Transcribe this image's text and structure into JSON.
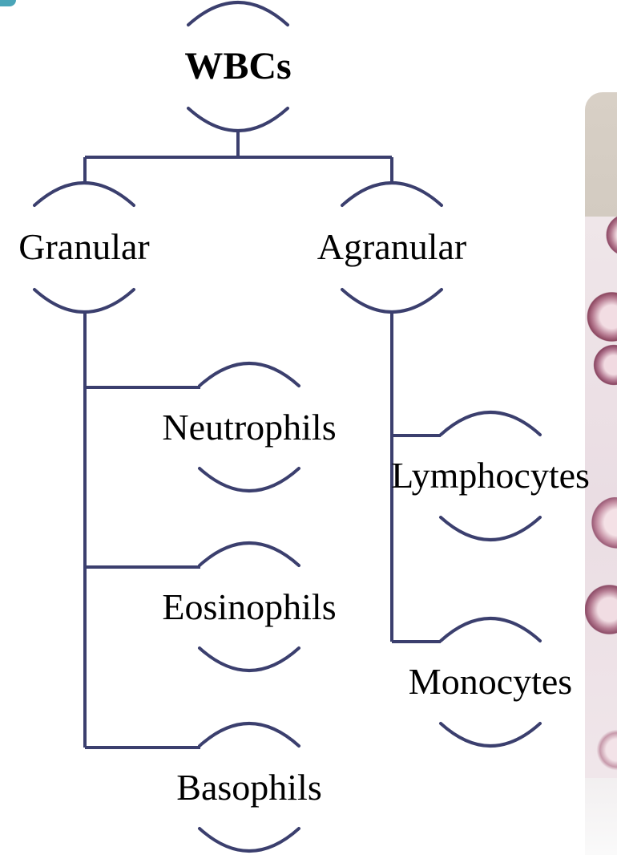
{
  "colors": {
    "connector": "#3b3f6e",
    "text": "#000000"
  },
  "diagram": {
    "root": {
      "label": "WBCs"
    },
    "categories": [
      {
        "id": "granular",
        "label": "Granular",
        "children": [
          {
            "label": "Neutrophils"
          },
          {
            "label": "Eosinophils"
          },
          {
            "label": "Basophils"
          }
        ]
      },
      {
        "id": "agranular",
        "label": "Agranular",
        "children": [
          {
            "label": "Lymphocytes"
          },
          {
            "label": "Monocytes"
          }
        ]
      }
    ]
  },
  "icons": {
    "logo": "logo-icon",
    "background": "blood-smear-photo"
  }
}
